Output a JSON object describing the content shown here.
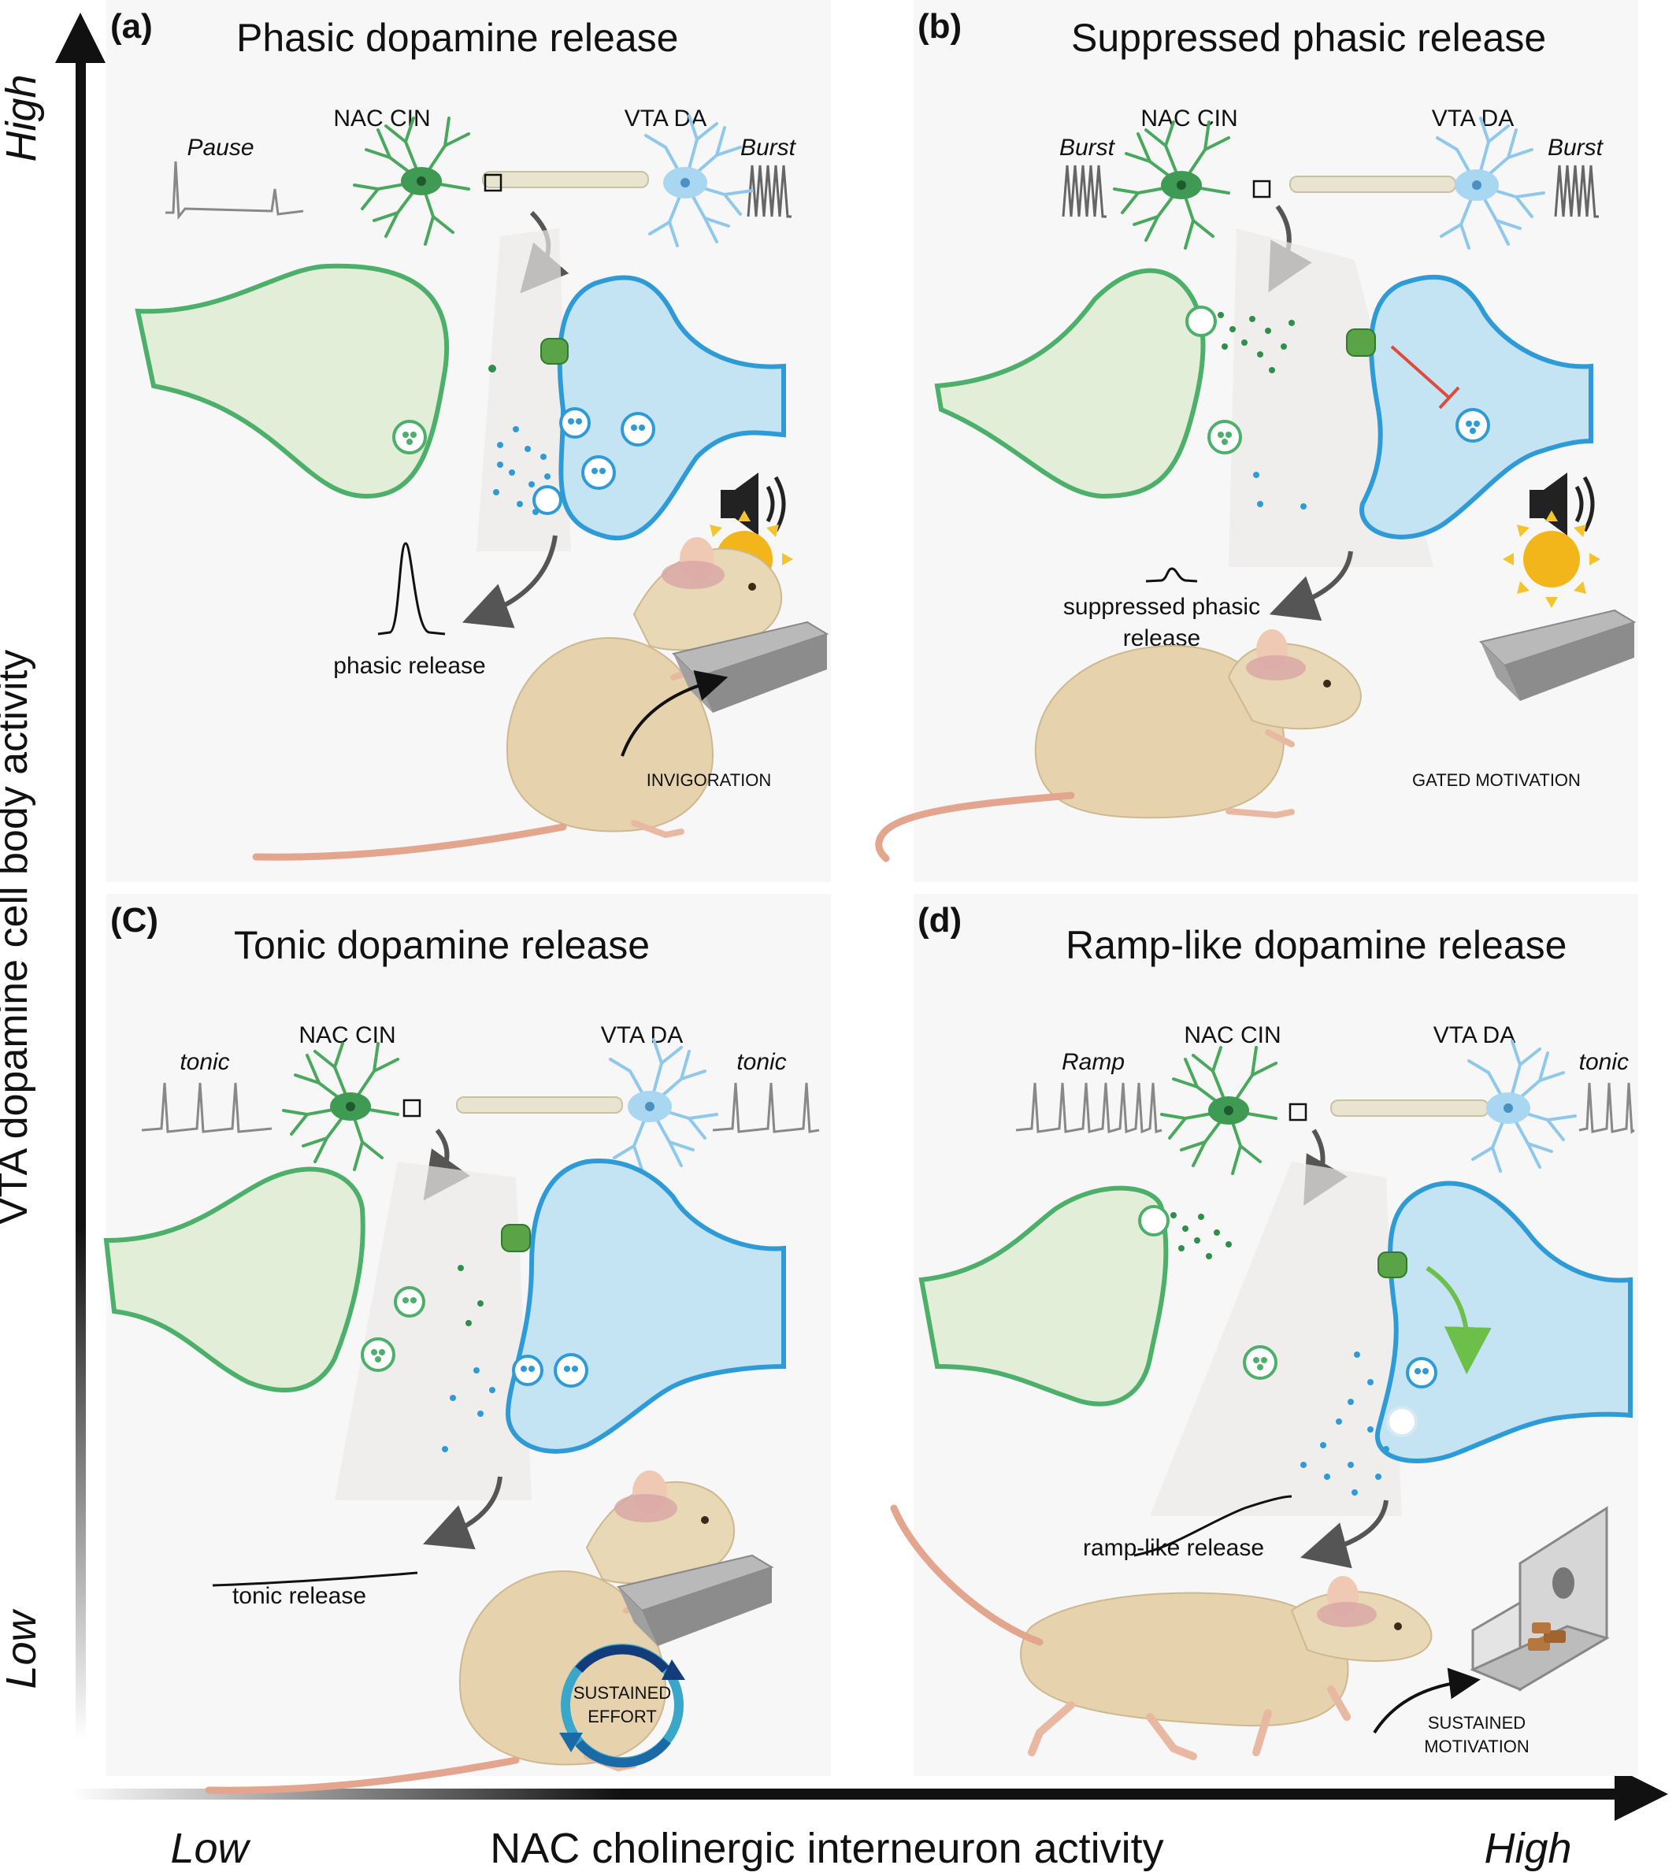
{
  "axes": {
    "y_label": "VTA dopamine cell body activity",
    "y_high": "High",
    "y_low": "Low",
    "x_label": "NAC cholinergic interneuron activity",
    "x_low": "Low",
    "x_high": "High"
  },
  "panels": [
    {
      "letter": "(a)",
      "title": "Phasic dopamine release",
      "cin_label": "NAC CIN",
      "da_label": "VTA DA",
      "cin_trace_label": "Pause",
      "da_trace_label": "Burst",
      "release_label": "phasic release",
      "behavior_label": "INVIGORATION"
    },
    {
      "letter": "(b)",
      "title": "Suppressed phasic release",
      "cin_label": "NAC CIN",
      "da_label": "VTA DA",
      "cin_trace_label": "Burst",
      "da_trace_label": "Burst",
      "release_label_1": "suppressed phasic",
      "release_label_2": "release",
      "behavior_label": "GATED MOTIVATION"
    },
    {
      "letter": "(C)",
      "title": "Tonic dopamine release",
      "cin_label": "NAC CIN",
      "da_label": "VTA DA",
      "cin_trace_label": "tonic",
      "da_trace_label": "tonic",
      "release_label": "tonic release",
      "behavior_label_1": "SUSTAINED",
      "behavior_label_2": "EFFORT"
    },
    {
      "letter": "(d)",
      "title": "Ramp-like dopamine release",
      "cin_label": "NAC CIN",
      "da_label": "VTA DA",
      "cin_trace_label": "Ramp",
      "da_trace_label": "tonic",
      "release_label": "ramp-like release",
      "behavior_label_1": "SUSTAINED",
      "behavior_label_2": "MOTIVATION"
    }
  ],
  "colors": {
    "cholinergic_green": "#4caf6a",
    "cholinergic_fill": "#e3eed9",
    "dopamine_blue": "#2f9bd6",
    "dopamine_fill": "#c4e3f3",
    "mouse_fur": "#e6d3ae",
    "mouse_tail": "#e3a58e",
    "lever_grey": "#a6a6a6",
    "inhibition_red": "#e04a3a",
    "axis_black": "#111111"
  },
  "icons": [
    "speaker-icon",
    "sun-icon",
    "cycle-arrows-icon",
    "food-hopper-icon",
    "mouse-icon",
    "neuron-icon"
  ]
}
